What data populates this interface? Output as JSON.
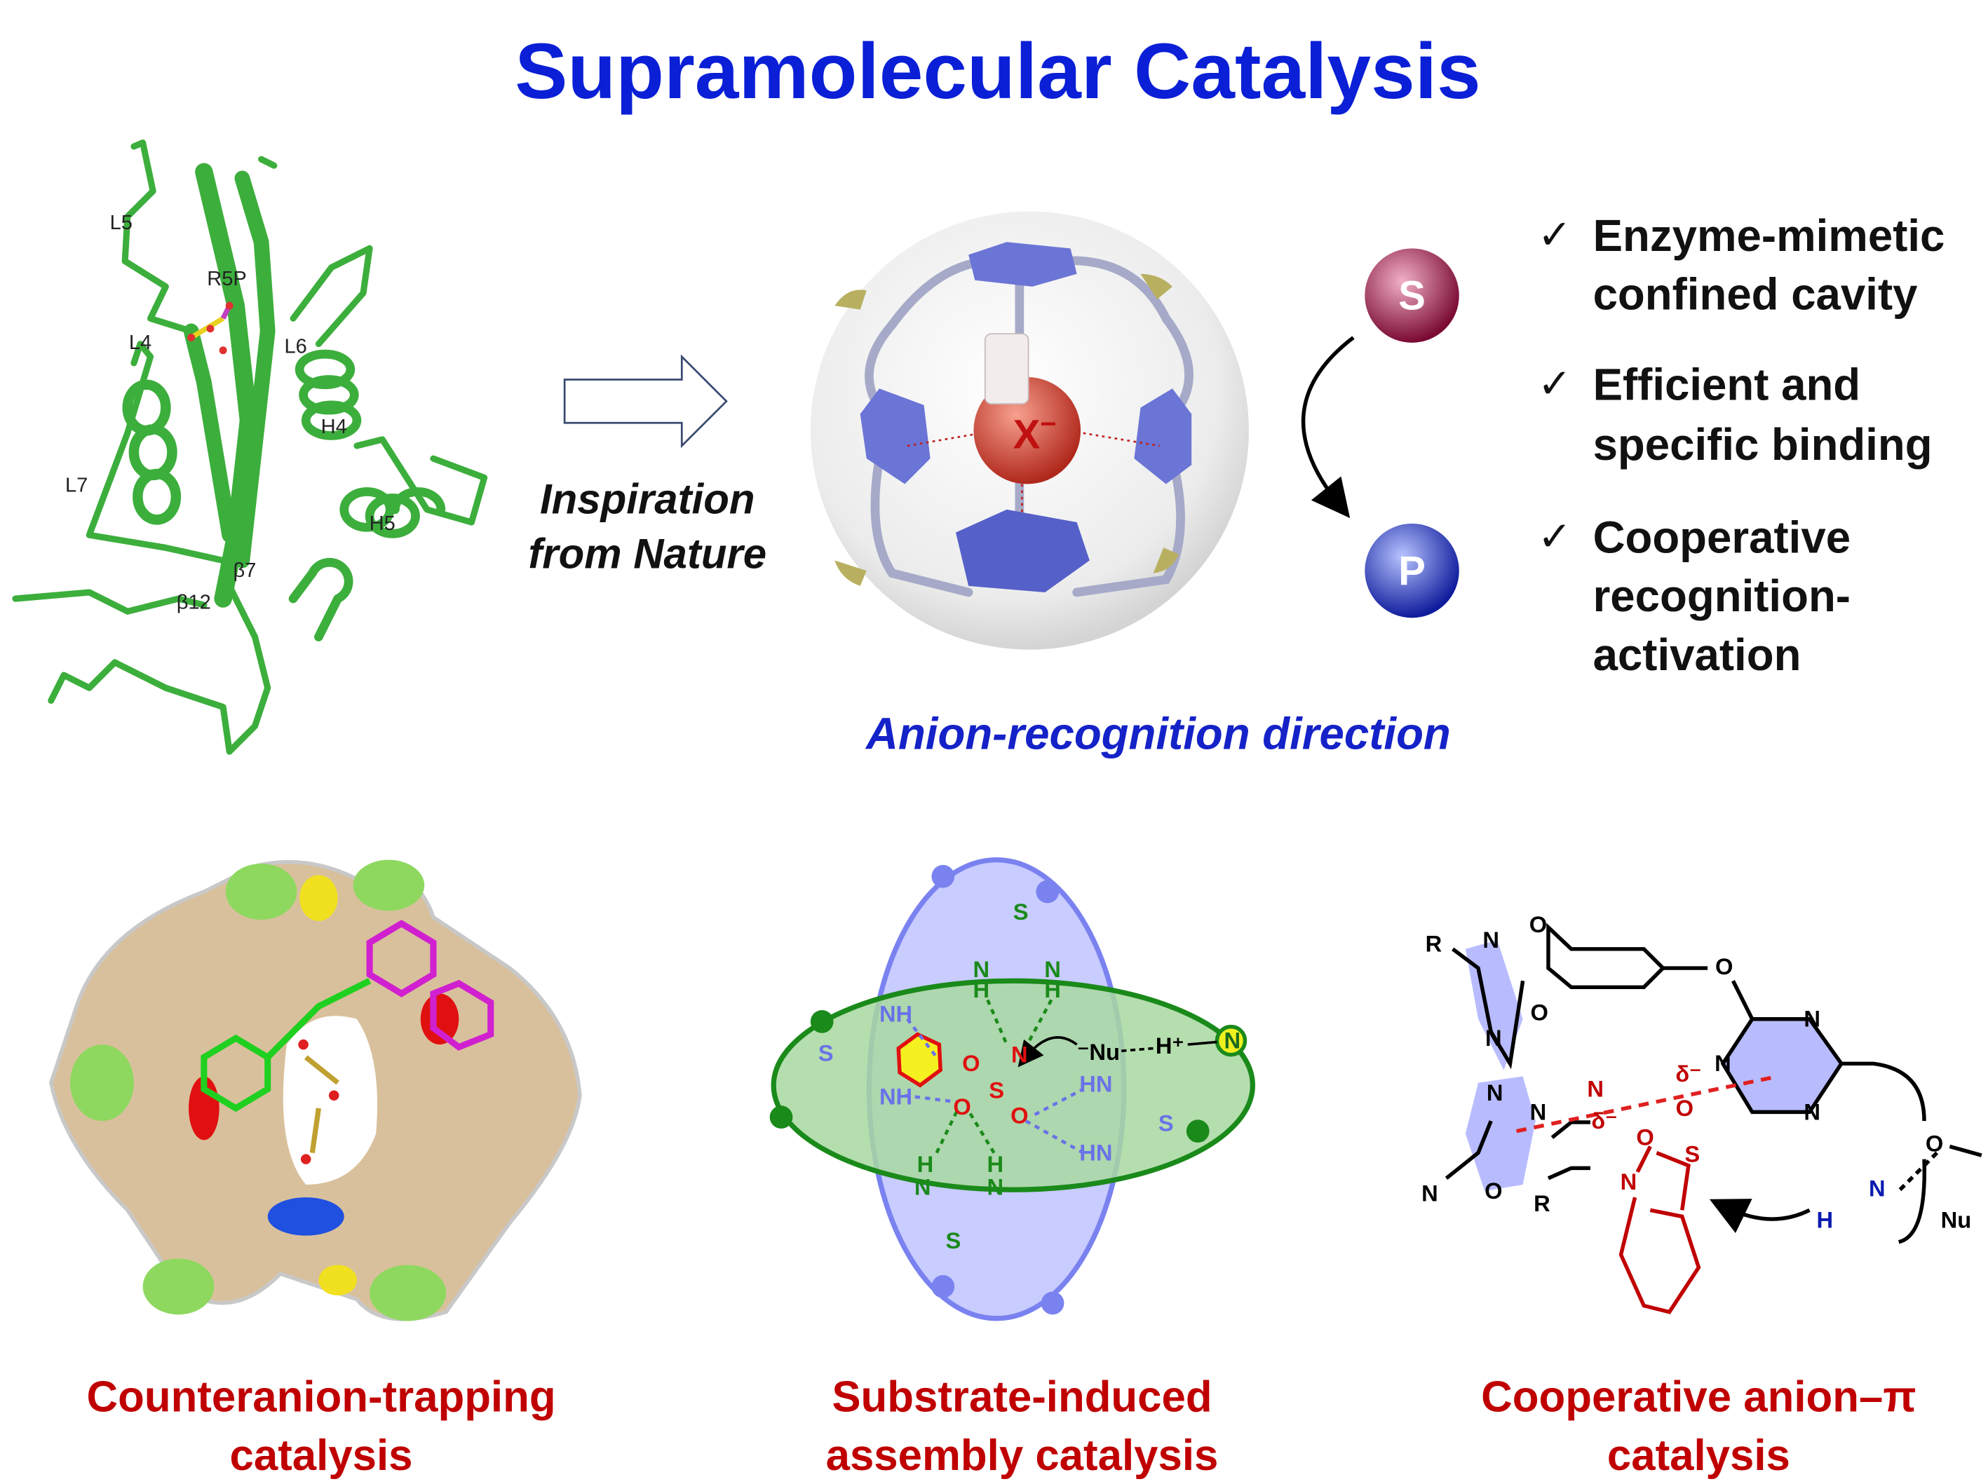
{
  "title": "Supramolecular Catalysis",
  "protein": {
    "labels": [
      "L5",
      "R5P",
      "L4",
      "L6",
      "H4",
      "L7",
      "H5",
      "β7",
      "β12"
    ],
    "color": "#3cae3c"
  },
  "inspiration": {
    "line1": "Inspiration",
    "line2": "from Nature"
  },
  "cage": {
    "anion": "X",
    "charge": "−",
    "hexagon_color": "#6b75d6",
    "anion_color": "#d03a2a"
  },
  "cycle": {
    "substrate": "S",
    "product": "P",
    "substrate_color": "#8c1040",
    "product_color": "#1a2ab0"
  },
  "features": {
    "check_glyph": "✓",
    "items": [
      {
        "lines": [
          "Enzyme-mimetic",
          "confined cavity"
        ]
      },
      {
        "lines": [
          "Efficient and",
          "specific binding"
        ]
      },
      {
        "lines": [
          "Cooperative",
          "recognition-",
          "activation"
        ]
      }
    ]
  },
  "direction_label": "Anion-recognition direction",
  "panels": [
    {
      "caption": [
        "Counteranion-trapping",
        "catalysis"
      ]
    },
    {
      "caption": [
        "Substrate-induced",
        "assembly catalysis"
      ]
    },
    {
      "caption": [
        "Cooperative anion–π",
        "catalysis"
      ]
    }
  ],
  "middle_labels": [
    "S",
    "N",
    "H",
    "N",
    "H",
    "NH",
    "S",
    "NH",
    "H",
    "N",
    "H",
    "N",
    "S",
    "N",
    "O",
    "S",
    "O",
    "O",
    "⁻Nu",
    "H⁺",
    "N",
    "HN",
    "S",
    "HN"
  ],
  "right_labels": [
    "R",
    "N",
    "O",
    "O",
    "O",
    "N",
    "N",
    "N",
    "N",
    "N",
    "N",
    "N",
    "δ⁻",
    "δ⁻",
    "O",
    "O",
    "S",
    "N",
    "O",
    "N",
    "R",
    "O",
    "N",
    "H",
    "Nu",
    "*"
  ]
}
